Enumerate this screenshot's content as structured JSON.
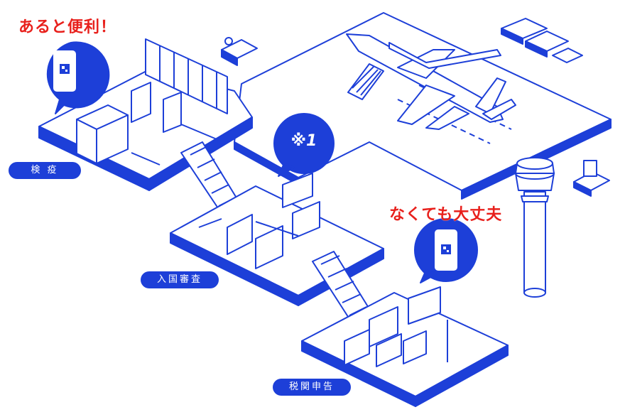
{
  "callouts": {
    "convenient": "あると便利！",
    "not_needed": "なくても大丈夫",
    "note_badge": "※1"
  },
  "areas": {
    "quarantine": "検 疫",
    "immigration": "入国審査",
    "customs": "税関申告"
  },
  "colors": {
    "primary": "#1d3fd8",
    "accent_red": "#e8201c",
    "floor": "#ffffff"
  }
}
